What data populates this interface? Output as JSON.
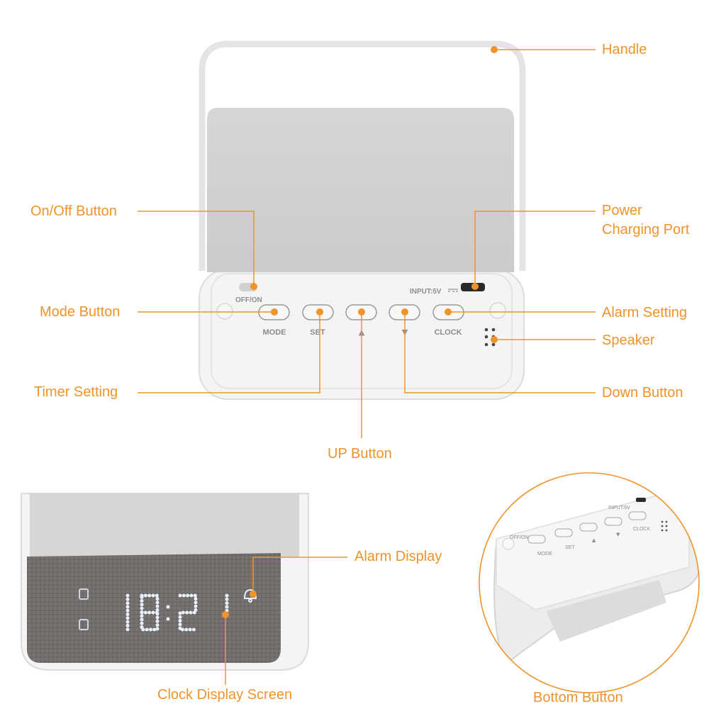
{
  "colors": {
    "accent": "#f0932b",
    "device_white": "#f4f4f4",
    "device_edge": "#dddddd",
    "panel_gray": "#cfcfcf",
    "fabric": "#6f6c6b",
    "led": "#e9eef8",
    "label_gray": "#8c8c8c"
  },
  "callouts": {
    "handle": "Handle",
    "on_off": "On/Off Button",
    "power_line1": "Power",
    "power_line2": "Charging Port",
    "mode": "Mode Button",
    "alarm_setting": "Alarm Setting",
    "speaker": "Speaker",
    "timer": "Timer Setting",
    "down": "Down Button",
    "up": "UP Button",
    "alarm_display": "Alarm Display",
    "clock_display": "Clock Display Screen",
    "bottom_button": "Bottom Button"
  },
  "device": {
    "switch_label": "OFF/ON",
    "input_label": "INPUT:5V",
    "button_labels": {
      "mode": "MODE",
      "set": "SET",
      "up": "▲",
      "down": "▼",
      "clock": "CLOCK"
    },
    "clock_digits": "18:21"
  },
  "icons": [
    "speaker-grille-icon",
    "alarm-bell-icon",
    "dc-power-icon",
    "up-arrow-icon",
    "down-arrow-icon"
  ]
}
